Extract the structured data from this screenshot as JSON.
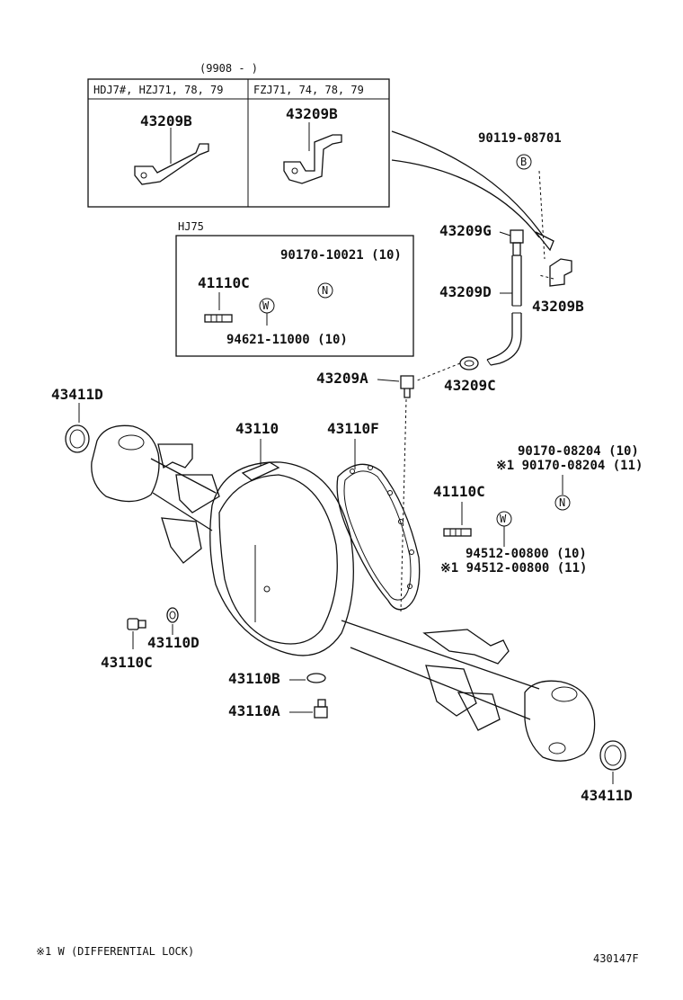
{
  "top_note": "(9908 -        )",
  "box1": {
    "col1_header": "HDJ7#, HZJ71, 78, 79",
    "col2_header": "FZJ71, 74, 78, 79",
    "col1_part": "43209B",
    "col2_part": "43209B"
  },
  "box2": {
    "title": "HJ75",
    "bolt": "90170-10021 (10)",
    "stud": "41110C",
    "washer": "94621-11000 (10)",
    "symbol_n": "N",
    "symbol_w": "W"
  },
  "labels": {
    "p90119": "90119-08701",
    "sym_b": "B",
    "p43209G": "43209G",
    "p43209D": "43209D",
    "p43209B": "43209B",
    "p43209A": "43209A",
    "p43209C": "43209C",
    "p43411D_left": "43411D",
    "p43110": "43110",
    "p43110F": "43110F",
    "p90170_a": "90170-08204 (10)",
    "p90170_b": "※1 90170-08204 (11)",
    "sym_n": "N",
    "p41110C": "41110C",
    "sym_w": "W",
    "p94512_a": "94512-00800 (10)",
    "p94512_b": "※1 94512-00800 (11)",
    "p43110D": "43110D",
    "p43110C": "43110C",
    "p43110B": "43110B",
    "p43110A": "43110A",
    "p43411D_right": "43411D"
  },
  "footer": {
    "note": "※1 W (DIFFERENTIAL LOCK)",
    "code": "430147F"
  }
}
